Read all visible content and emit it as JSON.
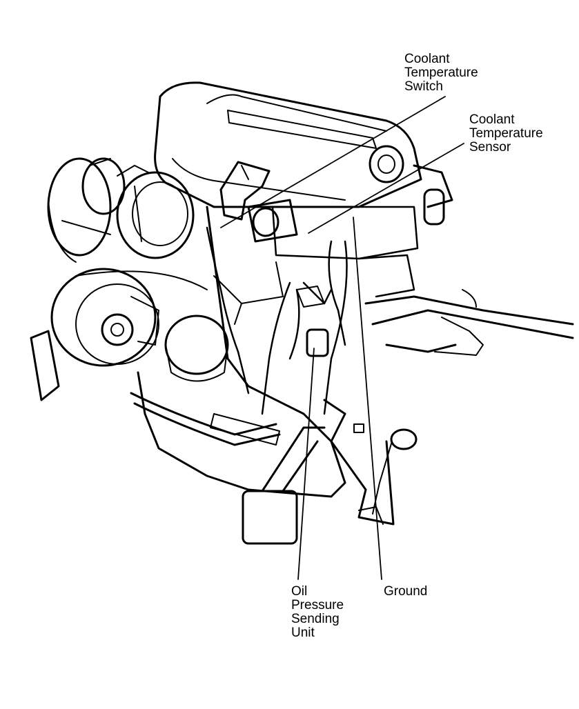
{
  "labels": {
    "coolant_temperature_switch": [
      "Coolant",
      "Temperature",
      "Switch"
    ],
    "coolant_temperature_sensor": [
      "Coolant",
      "Temperature",
      "Sensor"
    ],
    "oil_pressure_sending_unit": [
      "Oil",
      "Pressure",
      "Sending",
      "Unit"
    ],
    "ground": "Ground"
  },
  "colors": {
    "ink": "#000000",
    "paper": "#ffffff"
  }
}
